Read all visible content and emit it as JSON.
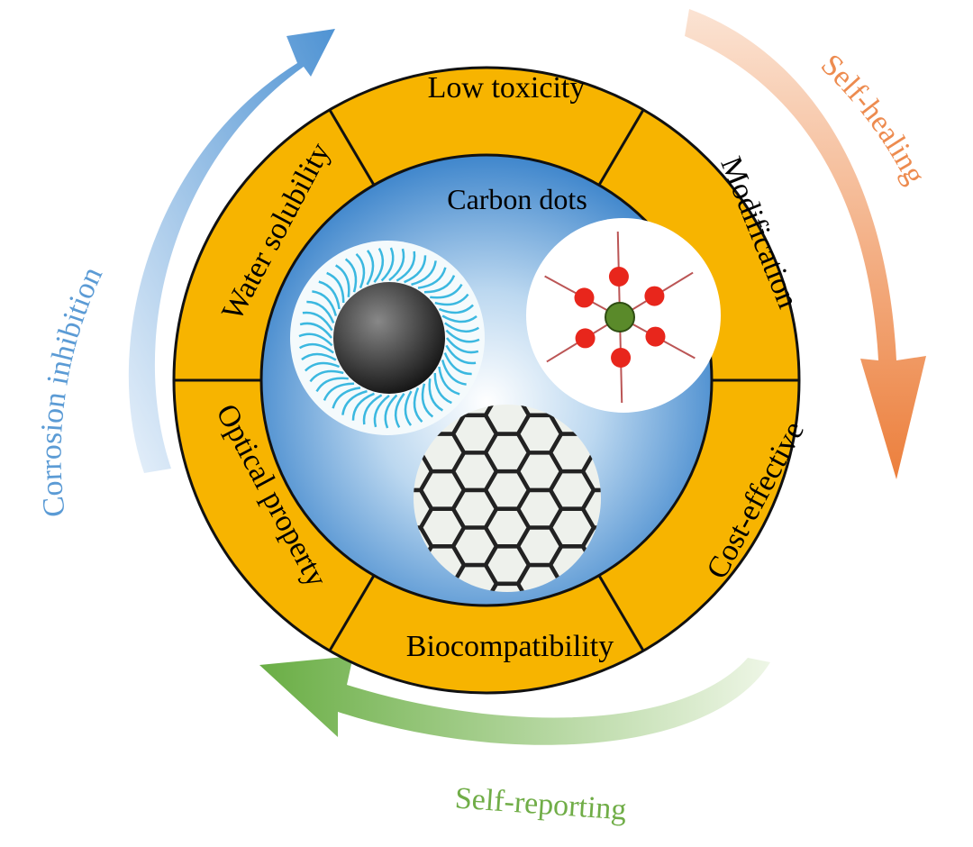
{
  "title": "Carbon dots",
  "ring_segments": [
    {
      "id": "top",
      "label": "Low toxicity"
    },
    {
      "id": "top-right",
      "label": "Modification"
    },
    {
      "id": "bottom-right",
      "label": "Cost-effective"
    },
    {
      "id": "bottom",
      "label": "Biocompatibility"
    },
    {
      "id": "bottom-left",
      "label": "Optical property"
    },
    {
      "id": "top-left",
      "label": "Water solubility"
    }
  ],
  "cycle_arrows": [
    {
      "id": "corrosion",
      "label": "Corrosion inhibition",
      "color": "#5b9bd5"
    },
    {
      "id": "healing",
      "label": "Self-healing",
      "color": "#ed8b4f"
    },
    {
      "id": "reporting",
      "label": "Self-reporting",
      "color": "#70ad47"
    }
  ],
  "colors": {
    "ring": "#f7b400",
    "inner": "#4a8fd0",
    "border": "#111111"
  }
}
